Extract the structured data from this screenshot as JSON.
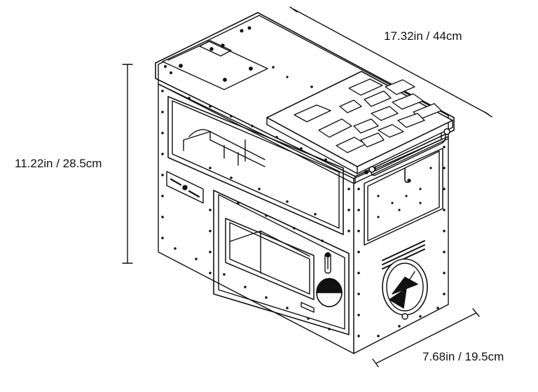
{
  "dimensions": {
    "width": "17.32in / 44cm",
    "height": "11.22in / 28.5cm",
    "depth": "7.68in / 19.5cm"
  },
  "colors": {
    "line": "#111111",
    "background": "#ffffff"
  }
}
